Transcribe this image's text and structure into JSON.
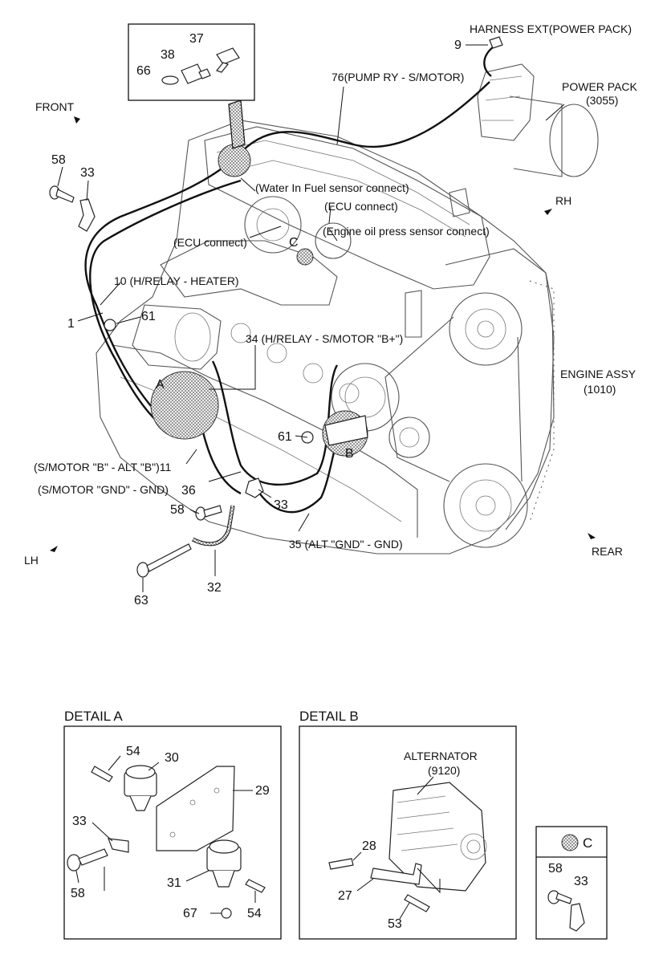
{
  "callouts": {
    "harness_ext": "HARNESS EXT(POWER PACK)",
    "n9": "9",
    "n76_label": "76(PUMP RY - S/MOTOR)",
    "power_pack": "POWER PACK",
    "power_pack_code": "(3055)",
    "front": "FRONT",
    "rh": "RH",
    "lh": "LH",
    "rear": "REAR",
    "n58a": "58",
    "n33a": "33",
    "water_fuel": "(Water In Fuel sensor connect)",
    "ecu_connect_1": "(ECU connect)",
    "engine_oil": "(Engine oil press sensor connect)",
    "ecu_connect_2": "(ECU connect)",
    "c_marker": "C",
    "n10_label": "10 (H/RELAY - HEATER)",
    "n1": "1",
    "n61a": "61",
    "n34_label": "34 (H/RELAY - S/MOTOR \"B+\")",
    "a_marker": "A",
    "b_marker": "B",
    "engine_assy": "ENGINE ASSY",
    "engine_assy_code": "(1010)",
    "n61b": "61",
    "s_motor_alt_b": "(S/MOTOR \"B\" - ALT \"B\")11",
    "s_motor_gnd": "(S/MOTOR \"GND\" - GND)",
    "n36": "36",
    "n33b": "33",
    "n58b": "58",
    "n35_label": "35 (ALT \"GND\" - GND)",
    "n63": "63",
    "n32": "32",
    "n37": "37",
    "n38": "38",
    "n66": "66"
  },
  "detail_a": {
    "title": "DETAIL A",
    "n54a": "54",
    "n30": "30",
    "n29": "29",
    "n33": "33",
    "n58": "58",
    "n31": "31",
    "n67": "67",
    "n54b": "54"
  },
  "detail_b": {
    "title": "DETAIL B",
    "alternator": "ALTERNATOR",
    "alternator_code": "(9120)",
    "n28": "28",
    "n27": "27",
    "n53": "53"
  },
  "detail_c": {
    "marker": "C",
    "n58": "58",
    "n33": "33"
  }
}
